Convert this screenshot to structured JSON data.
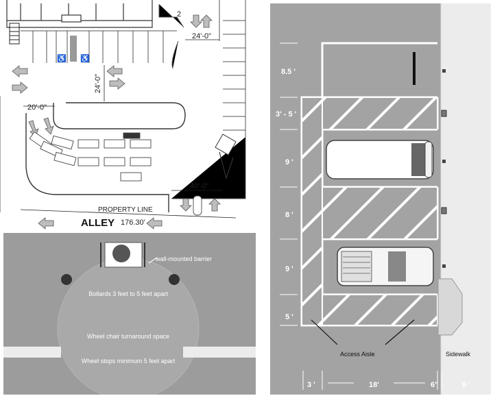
{
  "site_plan": {
    "alley_label": "ALLEY",
    "alley_dimension": "176.30'",
    "property_line_label": "PROPERTY LINE",
    "dim_top_right": "24'-0\"",
    "dim_vertical": "24'-0\"",
    "dim_left": "20'-0\"",
    "dim_bottom": "40'-0\"",
    "stall_number": "2"
  },
  "turnaround": {
    "barrier_label": "wall-mounted barrier",
    "bollards_label": "Bollards 3 feet to 5 feet apart",
    "turnaround_label": "Wheel chair turnaround space",
    "wheelstops_label": "Wheel stops minimum 5 feet apart"
  },
  "parking_layout": {
    "row_labels": [
      "8.5 '",
      "3' - 5 '",
      "9 '",
      "8 '",
      "9 '",
      "5 '"
    ],
    "access_aisle_label": "Access Aisle",
    "sidewalk_label": "Sidewalk",
    "bottom_dims": [
      "3 '",
      "18'",
      "6\"",
      "8 '"
    ]
  },
  "colors": {
    "asphalt": "#a3a3a3",
    "turnaround_bg": "#9c9c9c",
    "sidewalk": "#ececec",
    "stripe": "#ffffff"
  }
}
